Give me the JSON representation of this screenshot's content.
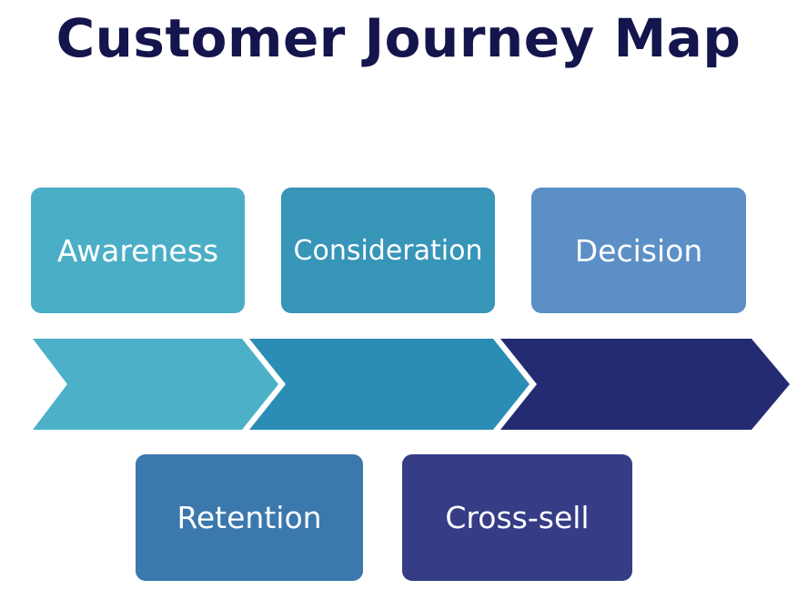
{
  "title": "Customer Journey Map",
  "stages": {
    "awareness": {
      "label": "Awareness",
      "color": "#4aaec6"
    },
    "consideration": {
      "label": "Consideration",
      "color": "#3795b8"
    },
    "decision": {
      "label": "Decision",
      "color": "#5b8fc6"
    },
    "retention": {
      "label": "Retention",
      "color": "#3a78ad"
    },
    "cross_sell": {
      "label": "Cross-sell",
      "color": "#363d86"
    }
  },
  "arrow_colors": [
    "#4cb0c8",
    "#2b8db5",
    "#232b72"
  ]
}
